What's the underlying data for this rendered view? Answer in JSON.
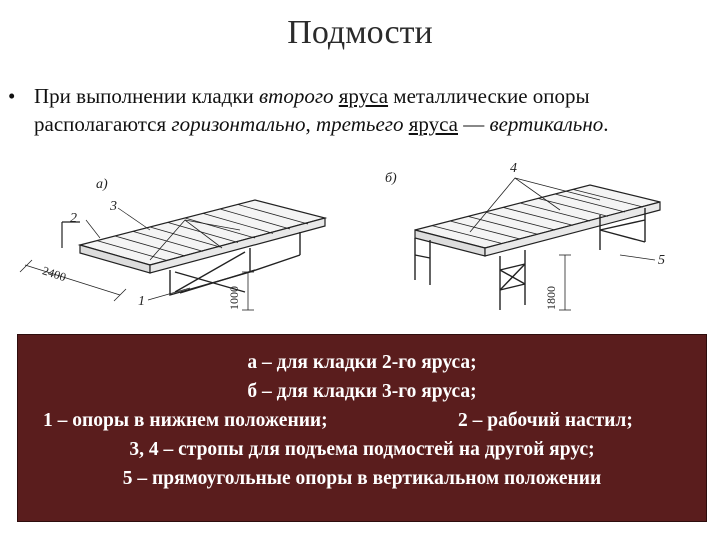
{
  "title": "Подмости",
  "bullet": {
    "mark": "•",
    "t1": "При выполнении кладки ",
    "t2": "второго",
    "t3": " ",
    "t4": "яруса",
    "t5": " металлические опоры располагаются ",
    "t6": "горизонтально",
    "t7": ", ",
    "t8": "третьего",
    "t9": " ",
    "t10": "яруса",
    "t11": " — ",
    "t12": "вертикально",
    "t13": "."
  },
  "figure": {
    "label_a": "а)",
    "label_b": "б)",
    "dim_width": "2400",
    "dim_height_a": "1000",
    "dim_height_b": "1800",
    "callouts": [
      "1",
      "2",
      "3",
      "4",
      "5"
    ]
  },
  "caption": {
    "line1": "а – для кладки 2-го яруса;",
    "line2": "б – для кладки 3-го яруса;",
    "line3_left": "1 – опоры в нижнем положении;",
    "line3_right": "2 – рабочий настил;",
    "line4": "3, 4 – стропы для подъема подмостей на другой ярус;",
    "line5": "5 – прямоугольные опоры в вертикальном положении"
  },
  "colors": {
    "caption_bg": "#5a1d1d",
    "caption_text": "#ffffff"
  }
}
